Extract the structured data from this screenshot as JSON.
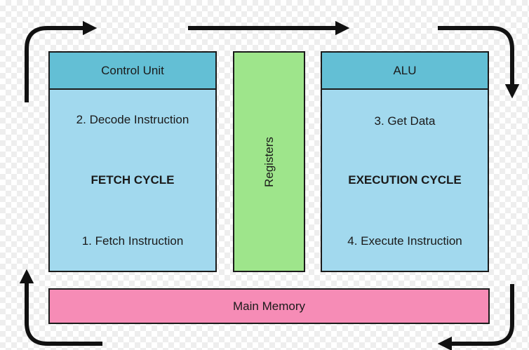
{
  "control_unit": {
    "title": "Control Unit",
    "decode": "2. Decode Instruction",
    "cycle": "FETCH CYCLE",
    "fetch": "1. Fetch Instruction"
  },
  "registers": {
    "label": "Registers"
  },
  "alu": {
    "title": "ALU",
    "get_data": "3. Get Data",
    "cycle": "EXECUTION CYCLE",
    "execute": "4. Execute Instruction"
  },
  "main_memory": {
    "label": "Main Memory"
  },
  "colors": {
    "header": "#63bfd5",
    "panel": "#a2d9ee",
    "registers": "#9ee58b",
    "memory": "#f68cb6",
    "arrow": "#111111"
  }
}
